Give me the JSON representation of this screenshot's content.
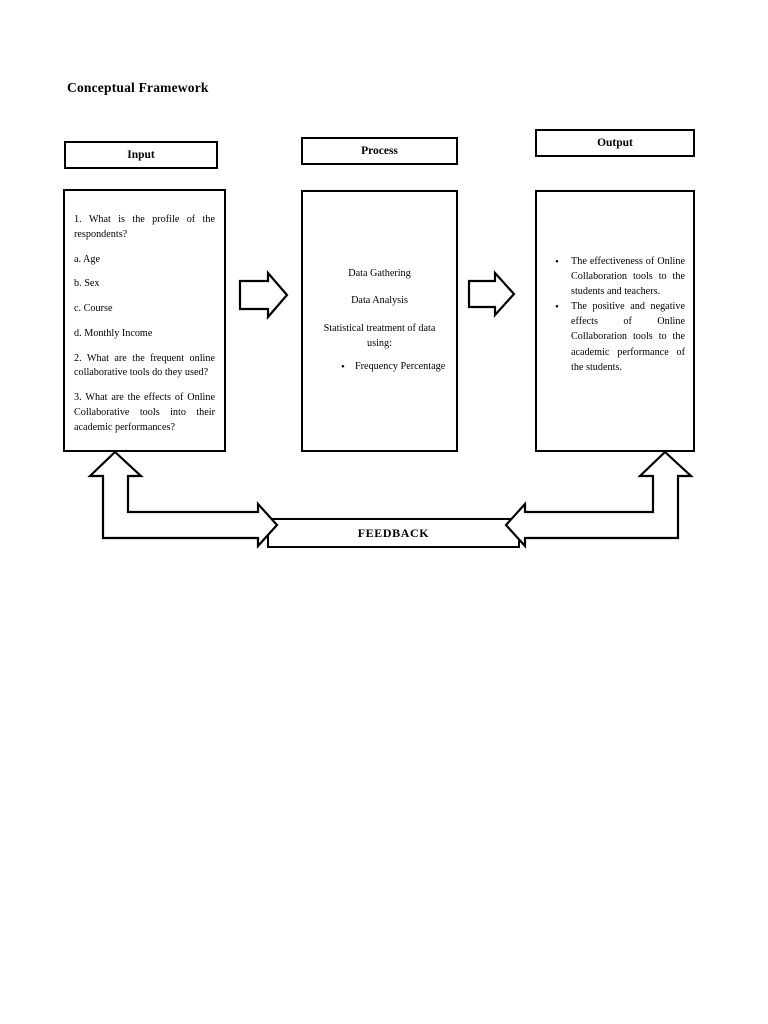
{
  "document": {
    "title": "Conceptual Framework"
  },
  "headers": {
    "input": "Input",
    "process": "Process",
    "output": "Output"
  },
  "input_box": {
    "lines": [
      "1. What is the profile of the respondents?",
      "a. Age",
      "b. Sex",
      "c. Course",
      "d. Monthly Income",
      "2. What are the frequent online collaborative tools do they used?",
      "3. What are the effects of Online Collaborative tools into their academic performances?"
    ]
  },
  "process_box": {
    "lines": [
      "Data Gathering",
      "Data Analysis",
      "Statistical treatment of data using:"
    ],
    "bullets": [
      "Frequency Percentage"
    ],
    "bullet_glyph": "•"
  },
  "output_box": {
    "bullets": [
      "The effectiveness of Online Collaboration tools to the students and teachers.",
      "The positive and negative effects of Online Collaboration tools to the academic performance of the students."
    ],
    "bullet_glyph": "•"
  },
  "feedback": {
    "label": "FEEDBACK"
  },
  "flow": {
    "arrow_input_to_process": "arrow-right",
    "arrow_process_to_output": "arrow-right",
    "arrow_feedback_to_input": "bent-arrow-up-left",
    "arrow_output_to_feedback": "bent-arrow-left-up"
  },
  "colors": {
    "stroke": "#000000",
    "fill": "#ffffff",
    "background": "#ffffff"
  }
}
